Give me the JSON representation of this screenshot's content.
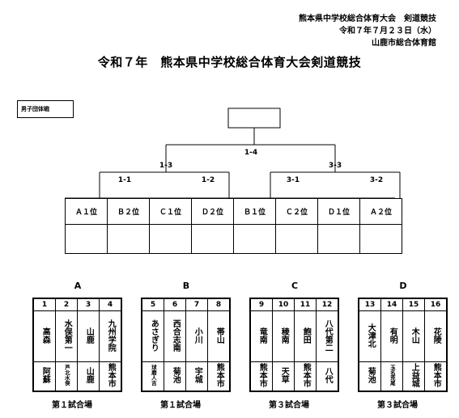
{
  "header": {
    "line1": "熊本県中学校総合体育大会　剣道競技",
    "line2": "令和７年７月２３日（水）",
    "line3": "山鹿市総合体育館"
  },
  "title": "令和７年　熊本県中学校総合体育大会剣道競技",
  "category": "男子団体戦",
  "bracket": {
    "final": "1-4",
    "semis": [
      "1-3",
      "3-3"
    ],
    "quarters": [
      "1-1",
      "1-2",
      "3-1",
      "3-2"
    ]
  },
  "seeds": [
    "Ａ１位",
    "Ｂ２位",
    "Ｃ１位",
    "Ｄ２位",
    "Ｂ１位",
    "Ｃ２位",
    "Ｄ１位",
    "Ａ２位"
  ],
  "groups": [
    {
      "label": "A",
      "venue": "第１試合場",
      "teams": [
        {
          "num": "1",
          "school": "高森",
          "pref": "阿蘇",
          "school_small": false,
          "pref_small": false
        },
        {
          "num": "2",
          "school": "水俣第一",
          "pref": "芦北水俣",
          "school_small": false,
          "pref_small": true
        },
        {
          "num": "3",
          "school": "山鹿",
          "pref": "山鹿",
          "school_small": false,
          "pref_small": false
        },
        {
          "num": "4",
          "school": "九州学院",
          "pref": "熊本市",
          "school_small": false,
          "pref_small": false
        }
      ]
    },
    {
      "label": "B",
      "venue": "第１試合場",
      "teams": [
        {
          "num": "5",
          "school": "あさぎり",
          "pref": "球磨人吉",
          "school_small": false,
          "pref_small": true
        },
        {
          "num": "6",
          "school": "西合志南",
          "pref": "菊池",
          "school_small": false,
          "pref_small": false
        },
        {
          "num": "7",
          "school": "小川",
          "pref": "宇城",
          "school_small": false,
          "pref_small": false
        },
        {
          "num": "8",
          "school": "帯山",
          "pref": "熊本市",
          "school_small": false,
          "pref_small": false
        }
      ]
    },
    {
      "label": "C",
      "venue": "第３試合場",
      "teams": [
        {
          "num": "9",
          "school": "竜南",
          "pref": "熊本市",
          "school_small": false,
          "pref_small": false
        },
        {
          "num": "10",
          "school": "稜南",
          "pref": "天草",
          "school_small": false,
          "pref_small": false
        },
        {
          "num": "11",
          "school": "飽田",
          "pref": "熊本市",
          "school_small": false,
          "pref_small": false
        },
        {
          "num": "12",
          "school": "八代第二",
          "pref": "八代",
          "school_small": false,
          "pref_small": false
        }
      ]
    },
    {
      "label": "D",
      "venue": "第３試合場",
      "teams": [
        {
          "num": "13",
          "school": "大津北",
          "pref": "菊池",
          "school_small": false,
          "pref_small": false
        },
        {
          "num": "14",
          "school": "有明",
          "pref": "玉名荒尾",
          "school_small": false,
          "pref_small": true
        },
        {
          "num": "15",
          "school": "木山",
          "pref": "上益城",
          "school_small": false,
          "pref_small": false
        },
        {
          "num": "16",
          "school": "花陵",
          "pref": "熊本市",
          "school_small": false,
          "pref_small": false
        }
      ]
    }
  ]
}
